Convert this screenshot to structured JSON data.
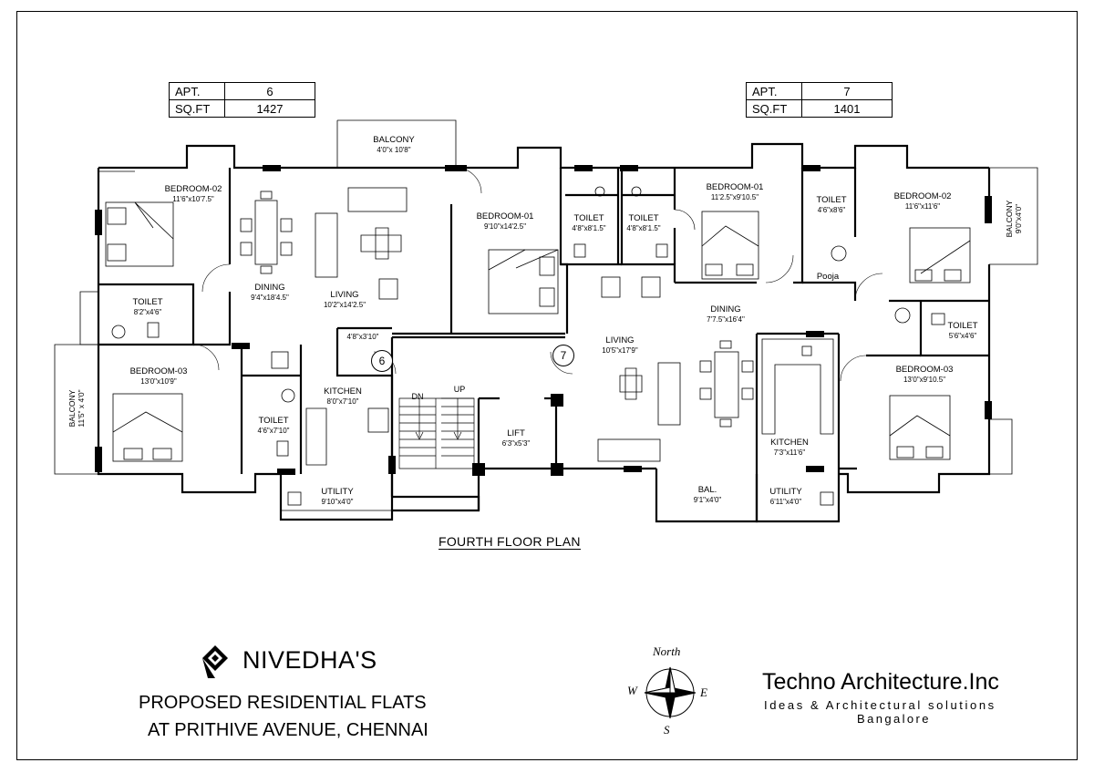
{
  "apartments": [
    {
      "apt_label": "APT.",
      "apt_no": "6",
      "sqft_label": "SQ.FT",
      "sqft": "1427"
    },
    {
      "apt_label": "APT.",
      "apt_no": "7",
      "sqft_label": "SQ.FT",
      "sqft": "1401"
    }
  ],
  "rooms": {
    "bed02_a": {
      "name": "BEDROOM-02",
      "dim": "11'6\"x10'7.5\""
    },
    "dining_a": {
      "name": "DINING",
      "dim": "9'4\"x18'4.5\""
    },
    "living_a": {
      "name": "LIVING",
      "dim": "10'2\"x14'2.5\""
    },
    "balcony_top": {
      "name": "BALCONY",
      "dim": "4'0\"x 10'8\""
    },
    "toilet_a1": {
      "name": "TOILET",
      "dim": "8'2\"x4'6\""
    },
    "bed03_a": {
      "name": "BEDROOM-03",
      "dim": "13'0\"x10'9\""
    },
    "toilet_a2": {
      "name": "TOILET",
      "dim": "4'6\"x7'10\""
    },
    "kitchen_a": {
      "name": "KITCHEN",
      "dim": "8'0\"x7'10\""
    },
    "utility_a": {
      "name": "UTILITY",
      "dim": "9'10\"x4'0\""
    },
    "balcony_left": {
      "name": "BALCONY",
      "dim": "11'5\" x 4'0\""
    },
    "lobby": {
      "dim": "4'8\"x3'10\""
    },
    "bed01_a": {
      "name": "BEDROOM-01",
      "dim": "9'10\"x14'2.5\""
    },
    "toilet_m1": {
      "name": "TOILET",
      "dim": "4'8\"x8'1.5\""
    },
    "toilet_m2": {
      "name": "TOILET",
      "dim": "4'8\"x8'1.5\""
    },
    "bed01_b": {
      "name": "BEDROOM-01",
      "dim": "11'2.5\"x9'10.5\""
    },
    "toilet_b1": {
      "name": "TOILET",
      "dim": "4'6\"x8'6\""
    },
    "bed02_b": {
      "name": "BEDROOM-02",
      "dim": "11'6\"x11'6\""
    },
    "balcony_right": {
      "name": "BALCONY",
      "dim": "9'0\"x4'0\""
    },
    "pooja": {
      "name": "Pooja"
    },
    "dining_b": {
      "name": "DINING",
      "dim": "7'7.5\"x16'4\""
    },
    "toilet_b2": {
      "name": "TOILET",
      "dim": "5'6\"x4'6\""
    },
    "living_b": {
      "name": "LIVING",
      "dim": "10'5\"x17'9\""
    },
    "bed03_b": {
      "name": "BEDROOM-03",
      "dim": "13'0\"x9'10.5\""
    },
    "lift": {
      "name": "LIFT",
      "dim": "6'3\"x5'3\""
    },
    "kitchen_b": {
      "name": "KITCHEN",
      "dim": "7'3\"x11'6\""
    },
    "bal_b": {
      "name": "BAL.",
      "dim": "9'1\"x4'0\""
    },
    "utility_b": {
      "name": "UTILITY",
      "dim": "6'11\"x4'0\""
    }
  },
  "markers": {
    "apt6": "6",
    "apt7": "7",
    "dn": "DN",
    "up": "UP"
  },
  "plan_title": "FOURTH FLOOR PLAN",
  "brand": {
    "name": "NIVEDHA'S",
    "line1": "PROPOSED RESIDENTIAL FLATS",
    "line2": "AT PRITHIVE AVENUE, CHENNAI"
  },
  "compass": {
    "north": "North",
    "south": "S",
    "east": "E",
    "west": "W"
  },
  "architect": {
    "name": "Techno Architecture.Inc",
    "tagline": "Ideas & Architectural solutions",
    "city": "Bangalore"
  }
}
